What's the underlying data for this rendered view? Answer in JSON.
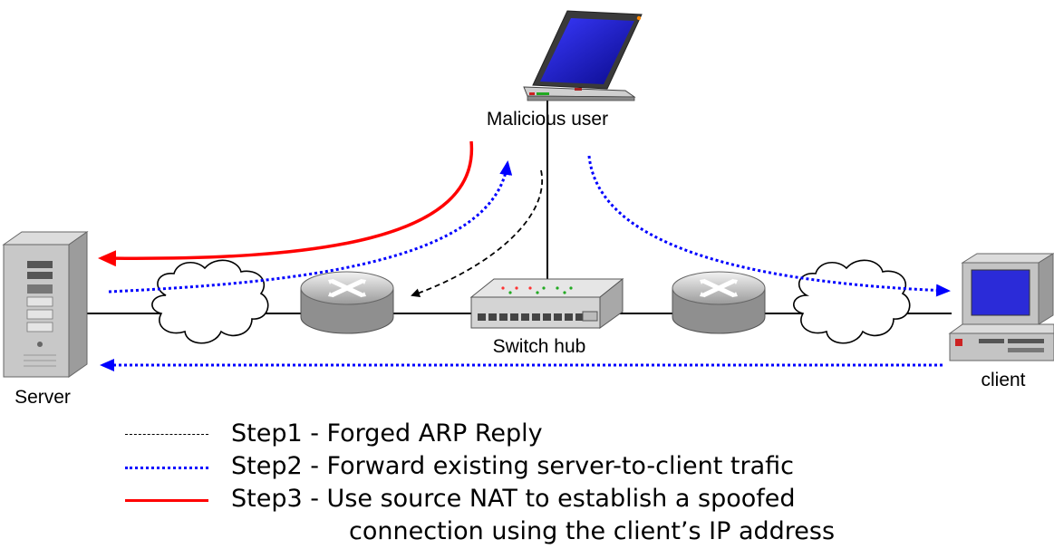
{
  "nodes": {
    "malicious_user": "Malicious user",
    "switch_hub": "Switch hub",
    "server": "Server",
    "client": "client"
  },
  "legend": [
    {
      "style": "dashed",
      "color": "#000000",
      "text": "Step1 - Forged ARP Reply"
    },
    {
      "style": "dotted",
      "color": "#0000ff",
      "text": "Step2 - Forward existing server-to-client trafic"
    },
    {
      "style": "solid",
      "color": "#ff0000",
      "text": "Step3 - Use source NAT to establish a spoofed"
    }
  ],
  "legend_continuation": "connection using the client’s IP address",
  "colors": {
    "step1": "#000000",
    "step2": "#0000ff",
    "step3": "#ff0000"
  }
}
